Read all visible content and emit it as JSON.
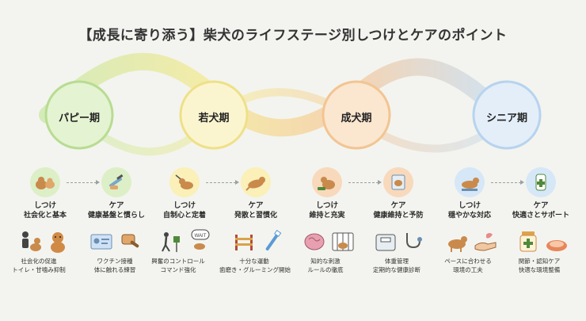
{
  "title": "【成長に寄り添う】柴犬のライフステージ別しつけとケアのポイント",
  "stages": [
    {
      "name": "パピー期",
      "color": "#cfe9b0",
      "training": {
        "heading": "しつけ",
        "topic": "社会化と基本",
        "icons": [
          "person-dog-icon",
          "dog-sitting-icon"
        ],
        "desc": [
          "社会化の促進",
          "トイレ・甘噛み抑制"
        ]
      },
      "care": {
        "heading": "ケア",
        "topic": "健康基盤と慣らし",
        "icons": [
          "vaccine-card-icon",
          "brush-icon"
        ],
        "desc": [
          "ワクチン接種",
          "体に触れる練習"
        ]
      }
    },
    {
      "name": "若犬期",
      "color": "#f7eca0",
      "training": {
        "heading": "しつけ",
        "topic": "自制心と定着",
        "icons": [
          "walking-sign-icon",
          "wait-sign-icon"
        ],
        "desc": [
          "興奮のコントロール",
          "コマンド強化"
        ]
      },
      "care": {
        "heading": "ケア",
        "topic": "発散と習慣化",
        "icons": [
          "agility-hurdle-icon",
          "toothbrush-icon"
        ],
        "desc": [
          "十分な運動",
          "歯磨き・グルーミング開始"
        ]
      }
    },
    {
      "name": "成犬期",
      "color": "#f7d6b0",
      "training": {
        "heading": "しつけ",
        "topic": "維持と充実",
        "icons": [
          "brain-icon",
          "crate-icon"
        ],
        "desc": [
          "知的な刺激",
          "ルールの徹底"
        ]
      },
      "care": {
        "heading": "ケア",
        "topic": "健康維持と予防",
        "icons": [
          "scale-icon",
          "stethoscope-icon"
        ],
        "desc": [
          "体重管理",
          "定期的な健康診断"
        ]
      }
    },
    {
      "name": "シニア期",
      "color": "#cfe2f5",
      "training": {
        "heading": "しつけ",
        "topic": "穏やかな対応",
        "icons": [
          "senior-dog-icon",
          "helping-hand-icon"
        ],
        "desc": [
          "ペースに合わせる",
          "環境の工夫"
        ]
      },
      "care": {
        "heading": "ケア",
        "topic": "快適さとサポート",
        "icons": [
          "supplement-icon",
          "dog-bed-icon"
        ],
        "desc": [
          "関節・認知ケア",
          "快適な環境整備"
        ]
      }
    }
  ]
}
